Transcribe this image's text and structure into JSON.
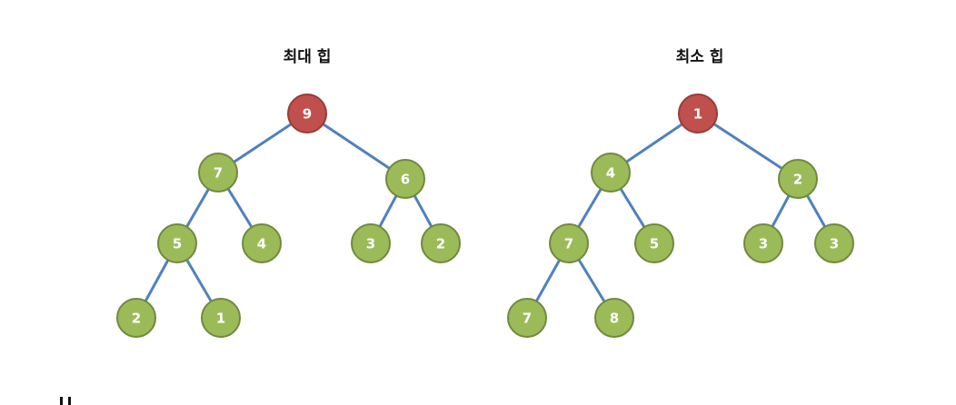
{
  "colors": {
    "root_fill": "#C0504D",
    "root_stroke": "#9B3B38",
    "node_fill": "#9BBB59",
    "node_stroke": "#71893F",
    "edge": "#4F81BD"
  },
  "heaps": [
    {
      "title": "최대 힙",
      "nodes": [
        "9",
        "7",
        "6",
        "5",
        "4",
        "3",
        "2",
        "2",
        "1"
      ],
      "edges": [
        [
          0,
          1
        ],
        [
          0,
          2
        ],
        [
          1,
          3
        ],
        [
          1,
          4
        ],
        [
          2,
          5
        ],
        [
          2,
          6
        ],
        [
          3,
          7
        ],
        [
          3,
          8
        ]
      ],
      "root_index": 0
    },
    {
      "title": "최소 힙",
      "nodes": [
        "1",
        "4",
        "2",
        "7",
        "5",
        "3",
        "3",
        "7",
        "8"
      ],
      "edges": [
        [
          0,
          1
        ],
        [
          0,
          2
        ],
        [
          1,
          3
        ],
        [
          1,
          4
        ],
        [
          2,
          5
        ],
        [
          2,
          6
        ],
        [
          3,
          7
        ],
        [
          3,
          8
        ]
      ],
      "root_index": 0
    }
  ]
}
